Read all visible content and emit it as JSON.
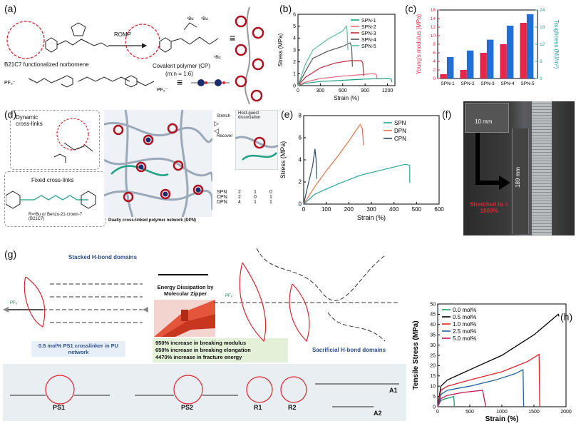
{
  "panels": {
    "a": {
      "label": "(a)",
      "monomer_caption": "B21C7 functionalized norbornene",
      "reagent_label": "ROMP",
      "polymer_caption": "Covalent polymer (CP)",
      "ratio": "(m:n = 1:6)"
    },
    "b": {
      "label": "(b)"
    },
    "c": {
      "label": "(c)"
    },
    "d": {
      "label": "(d)",
      "dynamic_label": "Dynamic cross-links",
      "fixed_label": "Fixed cross-links",
      "substituent_note": "R=ⁿBu or Benzo-21-crown-7 (B21C7)",
      "stretch_label": "Stretch",
      "recover_label": "Recover",
      "dissociation_label": "Host-guest dissociation",
      "network_caption": "Dually cross-linked polymer network (DPN)",
      "table": {
        "rows": [
          {
            "name": "SPN",
            "vals": [
              "2",
              "1",
              "0"
            ]
          },
          {
            "name": "CPN",
            "vals": [
              "2",
              "0",
              "1"
            ]
          },
          {
            "name": "DPN",
            "vals": [
              "4",
              "1",
              "1"
            ]
          }
        ]
      }
    },
    "e": {
      "label": "(e)"
    },
    "f": {
      "label": "(f)",
      "width_label": "10 mm",
      "length_label": "189 mm",
      "stretch_caption": "Stretched to > 1800%"
    },
    "g": {
      "label": "(g)",
      "stacked_label": "Stacked H-bond domains",
      "energy_label": "Energy Dissipation by Molecular Zipper",
      "sacrificial_label": "Sacrificial H-bond domains",
      "crosslinker_note": "0.5 mol% PS1 crosslinker in PU network",
      "improvements": [
        "950% increase in breaking modulus",
        "650% increase in breaking elongation",
        "4470% increase in fracture energy"
      ],
      "molecules": [
        "PS1",
        "PS2",
        "R1",
        "R2",
        "A1",
        "A2"
      ]
    },
    "h": {
      "label": "(h)"
    }
  },
  "chart_data": [
    {
      "id": "b",
      "type": "line",
      "xlabel": "Strain (%)",
      "ylabel": "Stress (MPa)",
      "xlim": [
        0,
        1300
      ],
      "ylim": [
        0,
        6
      ],
      "xticks": [
        "0",
        "300",
        "600",
        "900",
        "1200"
      ],
      "yticks": [
        "0",
        "1",
        "2",
        "3",
        "4",
        "5",
        "6"
      ],
      "series": [
        {
          "name": "SPN-1",
          "color": "#1fa084",
          "x": [
            0,
            100,
            300,
            600,
            900,
            1200,
            1250,
            1260
          ],
          "y": [
            0,
            0.2,
            0.35,
            0.45,
            0.55,
            0.6,
            0.55,
            0.3
          ]
        },
        {
          "name": "SPN-2",
          "color": "#e56a7f",
          "x": [
            0,
            100,
            300,
            600,
            800,
            1000,
            1050,
            1060
          ],
          "y": [
            0,
            0.3,
            0.6,
            0.8,
            0.9,
            1.0,
            0.95,
            0.6
          ]
        },
        {
          "name": "SPN-3",
          "color": "#c7283c",
          "x": [
            0,
            100,
            300,
            500,
            700,
            850,
            870,
            880
          ],
          "y": [
            0,
            0.7,
            1.5,
            1.9,
            2.1,
            2.1,
            1.9,
            0.8
          ]
        },
        {
          "name": "SPN-4",
          "color": "#555555",
          "x": [
            0,
            100,
            200,
            400,
            600,
            700,
            720,
            730
          ],
          "y": [
            0,
            1.2,
            2.3,
            2.9,
            3.3,
            3.6,
            3.2,
            1.6
          ]
        },
        {
          "name": "SPN-5",
          "color": "#5cbf9b",
          "x": [
            0,
            100,
            200,
            400,
            600,
            650,
            660,
            670
          ],
          "y": [
            0,
            1.8,
            3.0,
            3.9,
            4.6,
            5.0,
            4.5,
            3.0
          ]
        }
      ]
    },
    {
      "id": "c",
      "type": "bar",
      "ylabel": "Young's modulus (MPa)",
      "y2label": "Toughness (MJ/m³)",
      "categories": [
        "SPN-1",
        "SPN-2",
        "SPN-3",
        "SPN-4",
        "SPN-5"
      ],
      "ylim": [
        0,
        16
      ],
      "y2lim": [
        0,
        24
      ],
      "yticks": [
        "0",
        "2",
        "4",
        "6",
        "8",
        "10",
        "12",
        "14",
        "16"
      ],
      "y2ticks": [
        "0",
        "6",
        "12",
        "18",
        "24"
      ],
      "series": [
        {
          "name": "Young's modulus",
          "color": "#e8264a",
          "values": [
            1.0,
            2.0,
            6.0,
            8.0,
            13.0
          ]
        },
        {
          "name": "Toughness",
          "color": "#1f6fd6",
          "values": [
            7.5,
            9.8,
            13.6,
            18.5,
            22.5
          ]
        }
      ]
    },
    {
      "id": "e",
      "type": "line",
      "xlabel": "Strain (%)",
      "ylabel": "Stress (MPa)",
      "xlim": [
        0,
        600
      ],
      "ylim": [
        0,
        8
      ],
      "xticks": [
        "0",
        "100",
        "200",
        "300",
        "400",
        "500",
        "600"
      ],
      "yticks": [
        "0",
        "2",
        "4",
        "6",
        "8"
      ],
      "series": [
        {
          "name": "SPN",
          "color": "#2aa5a0",
          "x": [
            0,
            50,
            150,
            250,
            350,
            450,
            470,
            470
          ],
          "y": [
            0,
            0.9,
            1.8,
            2.6,
            3.1,
            3.6,
            3.5,
            1.9
          ]
        },
        {
          "name": "DPN",
          "color": "#e3754a",
          "x": [
            0,
            50,
            100,
            150,
            200,
            250,
            260,
            265
          ],
          "y": [
            0,
            1.6,
            3.0,
            4.3,
            5.7,
            7.2,
            6.8,
            5.3
          ]
        },
        {
          "name": "CPN",
          "color": "#334a66",
          "x": [
            0,
            20,
            40,
            50,
            55,
            58
          ],
          "y": [
            0,
            1.8,
            3.5,
            5.0,
            4.0,
            2.3
          ]
        }
      ]
    },
    {
      "id": "h",
      "type": "line",
      "xlabel": "Strain (%)",
      "ylabel": "Tensile Stress (MPa)",
      "xlim": [
        0,
        2000
      ],
      "ylim": [
        0,
        50
      ],
      "xticks": [
        "0",
        "500",
        "1000",
        "1500",
        "2000"
      ],
      "yticks": [
        "0",
        "5",
        "10",
        "15",
        "20",
        "25",
        "30",
        "35",
        "40",
        "45",
        "50"
      ],
      "series": [
        {
          "name": "0.0 mol%",
          "color": "#1e9e62",
          "x": [
            0,
            50,
            100,
            200,
            250,
            260
          ],
          "y": [
            0,
            3.0,
            3.7,
            4.5,
            5.0,
            0
          ]
        },
        {
          "name": "0.5 mol%",
          "color": "#000000",
          "x": [
            0,
            50,
            150,
            500,
            1000,
            1500,
            1880,
            1890
          ],
          "y": [
            0,
            10,
            13,
            18,
            25,
            35,
            45,
            44
          ]
        },
        {
          "name": "1.0 mol%",
          "color": "#e3242b",
          "x": [
            0,
            50,
            150,
            500,
            1000,
            1400,
            1580,
            1590
          ],
          "y": [
            0,
            8,
            10,
            13,
            17,
            22,
            25.5,
            0
          ]
        },
        {
          "name": "2.5 mol%",
          "color": "#1f5fa5",
          "x": [
            0,
            50,
            150,
            500,
            900,
            1200,
            1330,
            1340
          ],
          "y": [
            0,
            6,
            8,
            10,
            13,
            16,
            18,
            0
          ]
        },
        {
          "name": "5.0 mol%",
          "color": "#c2185b",
          "x": [
            0,
            50,
            150,
            400,
            700,
            750
          ],
          "y": [
            0,
            4,
            5.5,
            7,
            8,
            0
          ]
        }
      ]
    }
  ]
}
